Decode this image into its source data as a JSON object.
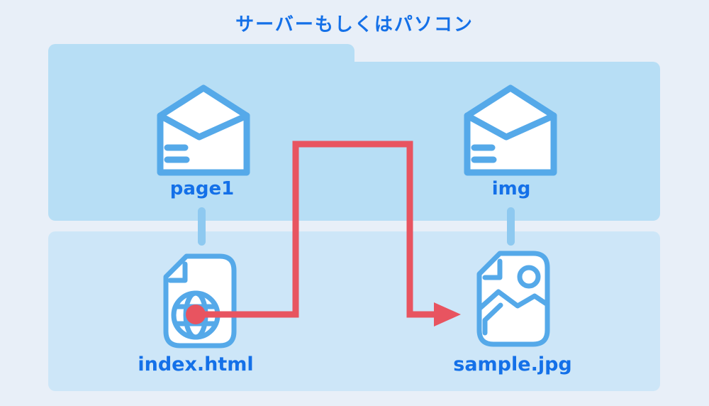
{
  "title": "サーバーもしくはパソコン",
  "folders": [
    {
      "label": "page1",
      "icon": "open-envelope-folder-icon"
    },
    {
      "label": "img",
      "icon": "open-envelope-folder-icon"
    }
  ],
  "files": [
    {
      "label": "index.html",
      "icon": "html-file-globe-icon",
      "parent_folder": "page1"
    },
    {
      "label": "sample.jpg",
      "icon": "image-file-icon",
      "parent_folder": "img"
    }
  ],
  "arrow": {
    "from": "index.html",
    "to": "sample.jpg"
  },
  "colors": {
    "page_background": "#e8eff8",
    "folder_band_top": "#b7def5",
    "folder_band_bottom": "#cde6f8",
    "icon_stroke_blue": "#55a9e9",
    "connector_blue": "#8ec9f0",
    "label_blue": "#1470e8",
    "arrow_red": "#e85460"
  }
}
